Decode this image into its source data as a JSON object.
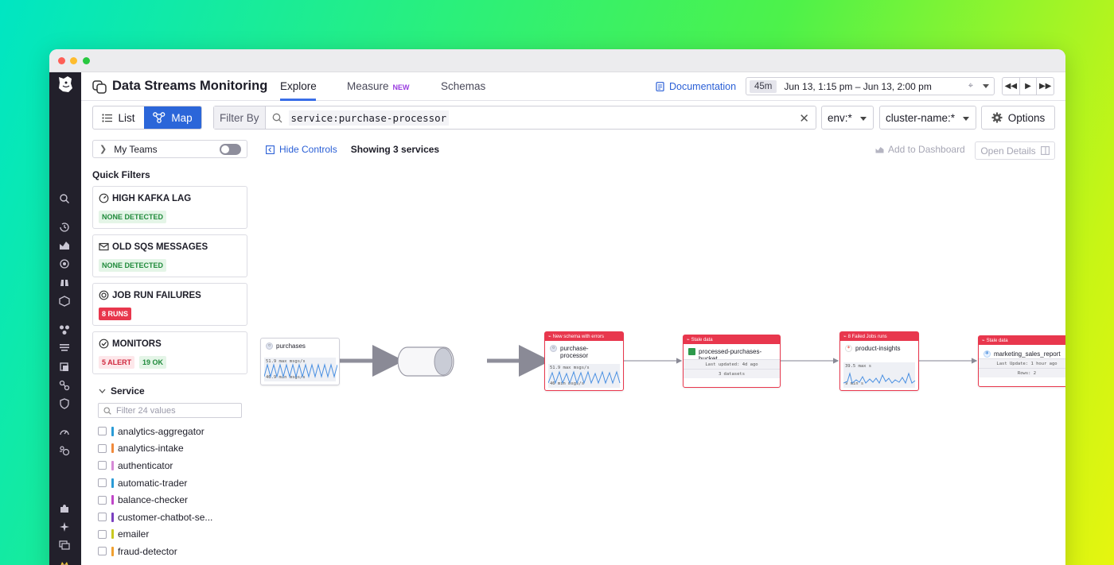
{
  "window": {
    "title": "Data Streams Monitoring"
  },
  "header": {
    "title": "Data Streams Monitoring",
    "tabs": [
      {
        "label": "Explore",
        "active": true
      },
      {
        "label": "Measure",
        "badge": "NEW"
      },
      {
        "label": "Schemas"
      }
    ],
    "documentation": "Documentation",
    "time_chip": "45m",
    "time_range": "Jun 13, 1:15 pm – Jun 13, 2:00 pm"
  },
  "filterbar": {
    "view_list": "List",
    "view_map": "Map",
    "filter_label": "Filter By",
    "query": "service:purchase-processor",
    "env": "env:*",
    "cluster": "cluster-name:*",
    "options": "Options"
  },
  "sidebar": {
    "my_teams": "My Teams",
    "quick_filters_title": "Quick Filters",
    "quick_filters": [
      {
        "title": "HIGH KAFKA LAG",
        "icon": "gauge-icon",
        "pills": [
          {
            "text": "NONE DETECTED",
            "style": "green"
          }
        ]
      },
      {
        "title": "OLD SQS MESSAGES",
        "icon": "envelope-icon",
        "pills": [
          {
            "text": "NONE DETECTED",
            "style": "green"
          }
        ]
      },
      {
        "title": "JOB RUN FAILURES",
        "icon": "cycle-icon",
        "pills": [
          {
            "text": "8 RUNS",
            "style": "red"
          }
        ]
      },
      {
        "title": "MONITORS",
        "icon": "monitor-icon",
        "pills": [
          {
            "text": "5 ALERT",
            "style": "redsoft"
          },
          {
            "text": "19 OK",
            "style": "green"
          }
        ]
      }
    ],
    "service_title": "Service",
    "service_filter_placeholder": "Filter 24 values",
    "services": [
      {
        "name": "analytics-aggregator",
        "color": "#2a9bd6"
      },
      {
        "name": "analytics-intake",
        "color": "#f08a3c"
      },
      {
        "name": "authenticator",
        "color": "#d68ad6"
      },
      {
        "name": "automatic-trader",
        "color": "#2a9bd6"
      },
      {
        "name": "balance-checker",
        "color": "#c046c8"
      },
      {
        "name": "customer-chatbot-se...",
        "color": "#7a3fc0"
      },
      {
        "name": "emailer",
        "color": "#c8c820"
      },
      {
        "name": "fraud-detector",
        "color": "#f0a030"
      }
    ]
  },
  "canvas_header": {
    "hide_controls": "Hide Controls",
    "showing": "Showing 3 services",
    "add_to_dashboard": "Add to Dashboard",
    "open_details": "Open Details"
  },
  "nodes": {
    "purchases": {
      "name": "purchases",
      "metric_max": "51.9 max msgs/s",
      "metric_min": "46.9 min msgs/s"
    },
    "purchase_processor": {
      "alert": "New schema with errors",
      "name": "purchase-processor",
      "metric_max": "51.9 max msgs/s",
      "metric_min": "46 min msgs/s"
    },
    "bucket": {
      "alert": "Stale data",
      "name": "processed-purchases-bucket",
      "info1": "Last updated: 4d ago",
      "info2": "3 datasets"
    },
    "insights": {
      "alert": "8 Failed Jobs runs",
      "name": "product-insights",
      "metric_max": "39.5 max s",
      "metric_min": "9 min s"
    },
    "report": {
      "alert": "Stale data",
      "name": "marketing_sales_report",
      "info1": "Last Update: 1 hour ago",
      "info2": "Rows: 2"
    }
  },
  "colors": {
    "accent": "#2b66d9",
    "alert": "#e8374d",
    "nav_bg": "#22202b"
  }
}
